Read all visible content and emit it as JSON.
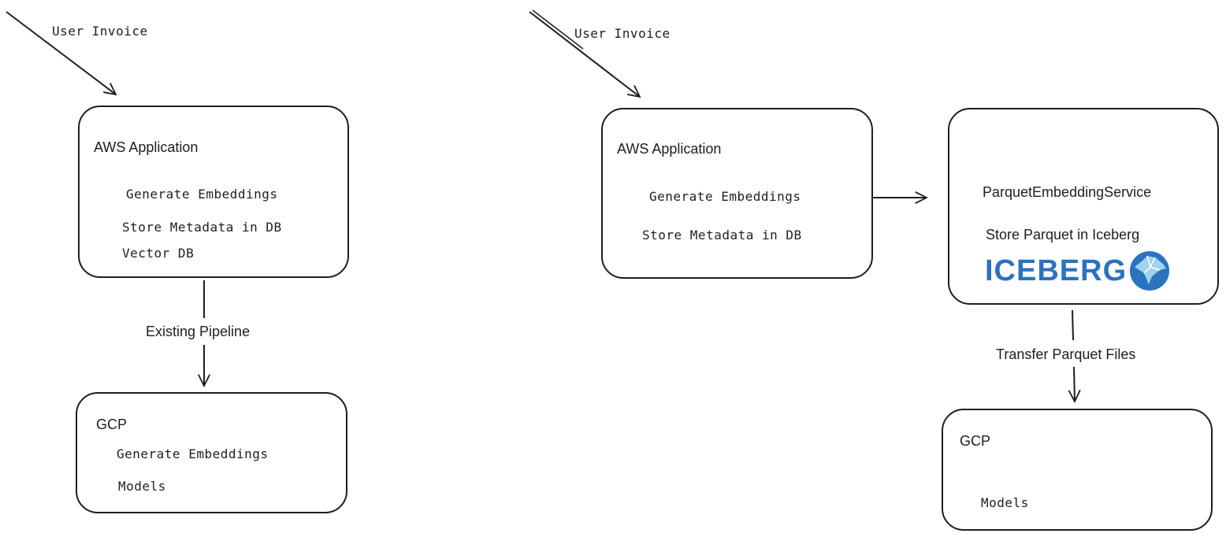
{
  "left": {
    "input_label": "User Invoice",
    "aws_box": {
      "title": "AWS Application",
      "items": [
        "Generate Embeddings",
        "Store Metadata in DB",
        "Vector DB"
      ]
    },
    "edge_label": "Existing Pipeline",
    "gcp_box": {
      "title": "GCP",
      "items": [
        "Generate Embeddings",
        "Models"
      ]
    }
  },
  "right": {
    "input_label": "User Invoice",
    "aws_box": {
      "title": "AWS Application",
      "items": [
        "Generate Embeddings",
        "Store Metadata in DB"
      ]
    },
    "parquet_box": {
      "title": "ParquetEmbeddingService",
      "subtitle": "Store Parquet in Iceberg",
      "logo_text": "ICEBERG"
    },
    "edge_label": "Transfer Parquet Files",
    "gcp_box": {
      "title": "GCP",
      "items": [
        "Models"
      ]
    }
  },
  "colors": {
    "stroke": "#1e1e1e",
    "logo_blue": "#2a73be",
    "logo_light": "#9fd3ef"
  }
}
